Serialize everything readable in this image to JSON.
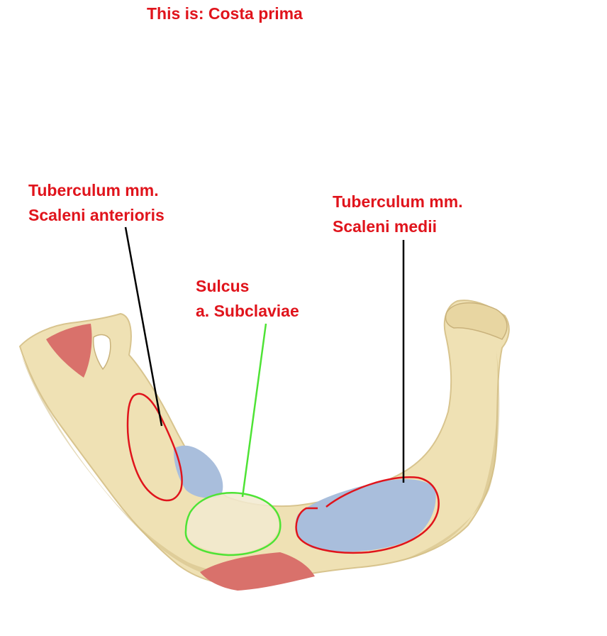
{
  "title": "This is: Costa prima",
  "labels": {
    "scaleni_anterioris": {
      "line1": "Tuberculum mm.",
      "line2": "Scaleni anterioris"
    },
    "scaleni_medii": {
      "line1": "Tuberculum mm.",
      "line2": "Scaleni medii"
    },
    "sulcus": {
      "line1": "Sulcus",
      "line2": "a. Subclaviae"
    }
  },
  "colors": {
    "label_text": "#e0141c",
    "bone": "#efe1b4",
    "bone_shadow": "#c9b27c",
    "muscle_red": "#d9716b",
    "vein_blue": "#a9bedc",
    "outline_red": "#e0141c",
    "outline_green": "#4ee335",
    "leader_black": "#000000",
    "leader_green": "#4ee335"
  }
}
